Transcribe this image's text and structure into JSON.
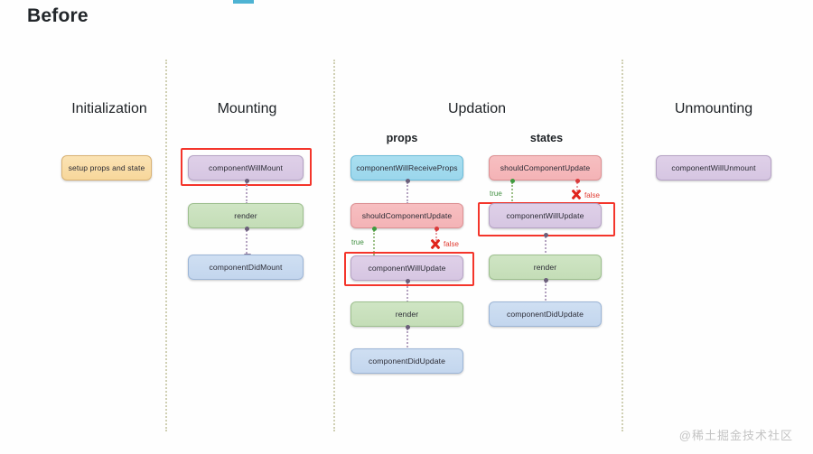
{
  "page": {
    "title": "Before",
    "watermark": "@稀土掘金技术社区",
    "accent_bar_color": "#4eb3d3"
  },
  "sections": [
    {
      "key": "initialization",
      "label": "Initialization"
    },
    {
      "key": "mounting",
      "label": "Mounting"
    },
    {
      "key": "updation",
      "label": "Updation"
    },
    {
      "key": "unmounting",
      "label": "Unmounting"
    }
  ],
  "subsections": [
    {
      "key": "props",
      "label": "props"
    },
    {
      "key": "states",
      "label": "states"
    }
  ],
  "nodes": {
    "init_setup": "setup props and state",
    "mount_will": "componentWillMount",
    "mount_render": "render",
    "mount_did": "componentDidMount",
    "props_recv": "componentWillReceiveProps",
    "props_should": "shouldComponentUpdate",
    "props_will": "componentWillUpdate",
    "props_render": "render",
    "props_did": "componentDidUpdate",
    "states_should": "shouldComponentUpdate",
    "states_will": "componentWillUpdate",
    "states_render": "render",
    "states_did": "componentDidUpdate",
    "unmount_will": "componentWillUnmount"
  },
  "branch_labels": {
    "true_label": "true",
    "false_label": "false"
  },
  "colors": {
    "orange": "#f7d79b",
    "purple": "#d6c6e2",
    "green": "#c4ddb7",
    "blue": "#c3d6ee",
    "cyan": "#9ad6ec",
    "red": "#f4b3b6",
    "highlight": "#f4352b",
    "true_text": "#3f8f3f",
    "false_text": "#e03a30",
    "divider": "#c9c9a8"
  }
}
